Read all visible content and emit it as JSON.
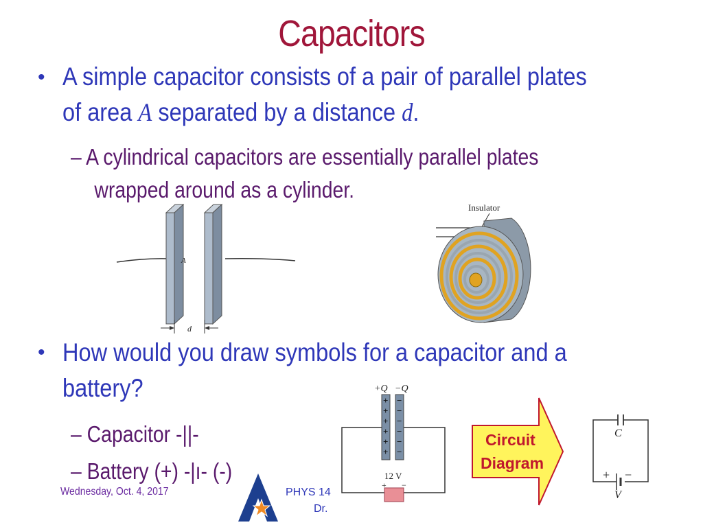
{
  "slide": {
    "title": "Capacitors",
    "bullet1": {
      "line1": "A simple capacitor consists of a pair of parallel plates",
      "line2_a": "of area ",
      "line2_var_a": "A",
      "line2_b": " separated by a distance ",
      "line2_var_d": "d",
      "line2_c": "."
    },
    "sub1": {
      "line1": "A cylindrical capacitors are essentially parallel plates",
      "line2": "wrapped around as a cylinder."
    },
    "figures": {
      "plates_label_area": "A",
      "plates_label_distance": "d",
      "cylinder_label": "Insulator"
    },
    "bullet2": {
      "line1": "How would you draw symbols for a capacitor and a",
      "line2": "battery?"
    },
    "sub2": {
      "item1": "Capacitor -||-",
      "item2": "Battery (+) -|ı- (-)"
    },
    "circuit": {
      "charge_pos": "+Q",
      "charge_neg": "−Q",
      "battery_voltage": "12 V",
      "battery_pos": "+",
      "battery_neg": "−",
      "arrow_line1": "Circuit",
      "arrow_line2": "Diagram",
      "symbol_c": "C",
      "symbol_v": "V",
      "symbol_plus": "+",
      "symbol_minus": "−"
    },
    "footer": {
      "date": "Wednesday, Oct. 4, 2017",
      "course_line1": "PHYS 14",
      "course_line2": "Dr."
    },
    "colors": {
      "title": "#a0163a",
      "bullet": "#2e37b8",
      "sub_bullet": "#5a1a6c",
      "arrow_fill": "#fff45c"
    }
  }
}
